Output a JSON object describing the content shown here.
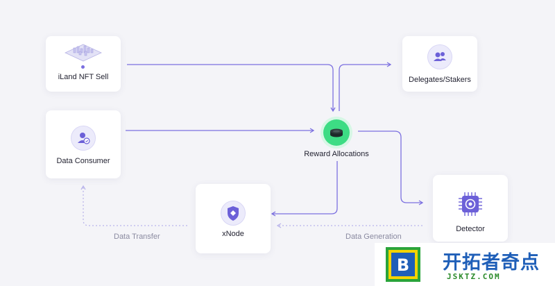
{
  "nodes": {
    "iland": "iLand NFT Sell",
    "delegates": "Delegates/Stakers",
    "consumer": "Data Consumer",
    "reward": "Reward Allocations",
    "detector": "Detector",
    "xnode": "xNode"
  },
  "flows": {
    "transfer": "Data Transfer",
    "generation": "Data Generation"
  },
  "colors": {
    "accent": "#7b6fe0",
    "reward_green": "#3ddc84",
    "card_bg": "#ffffff",
    "dotted_line": "#b9b4ea"
  },
  "icons": {
    "iland": "isometric-city-icon",
    "delegates": "users-group-icon",
    "consumer": "user-badge-icon",
    "reward": "coin-stack-icon",
    "detector": "chip-icon",
    "xnode": "shield-node-icon"
  },
  "watermark": {
    "brand_cn": "开拓者奇点",
    "url": "JSKTZ.COM",
    "logo_letter": "B"
  }
}
